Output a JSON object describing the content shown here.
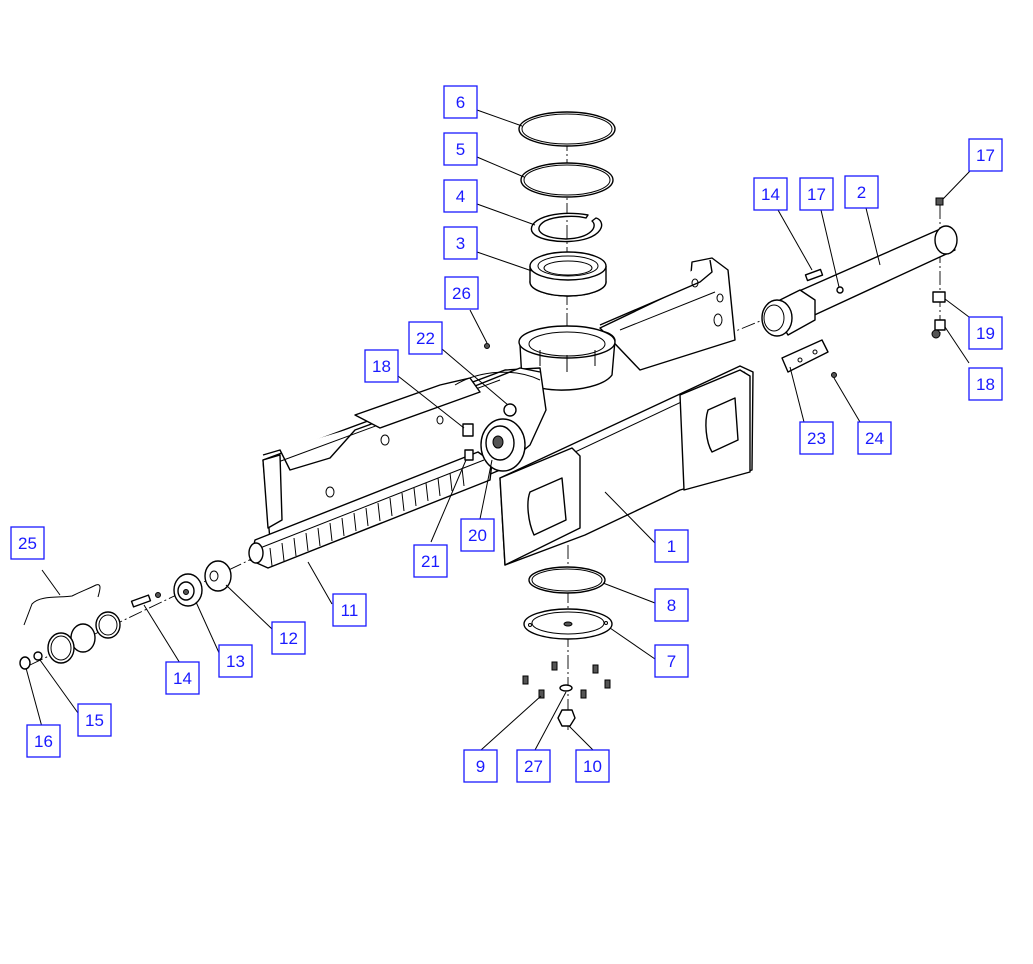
{
  "diagram": {
    "callouts": [
      {
        "id": "c6",
        "label": "6"
      },
      {
        "id": "c5",
        "label": "5"
      },
      {
        "id": "c4",
        "label": "4"
      },
      {
        "id": "c3",
        "label": "3"
      },
      {
        "id": "c26",
        "label": "26"
      },
      {
        "id": "c22",
        "label": "22"
      },
      {
        "id": "c18a",
        "label": "18"
      },
      {
        "id": "c14a",
        "label": "14"
      },
      {
        "id": "c17a",
        "label": "17"
      },
      {
        "id": "c2",
        "label": "2"
      },
      {
        "id": "c17b",
        "label": "17"
      },
      {
        "id": "c19",
        "label": "19"
      },
      {
        "id": "c18b",
        "label": "18"
      },
      {
        "id": "c23",
        "label": "23"
      },
      {
        "id": "c24",
        "label": "24"
      },
      {
        "id": "c1",
        "label": "1"
      },
      {
        "id": "c20",
        "label": "20"
      },
      {
        "id": "c21",
        "label": "21"
      },
      {
        "id": "c25",
        "label": "25"
      },
      {
        "id": "c11",
        "label": "11"
      },
      {
        "id": "c12",
        "label": "12"
      },
      {
        "id": "c13",
        "label": "13"
      },
      {
        "id": "c14b",
        "label": "14"
      },
      {
        "id": "c15",
        "label": "15"
      },
      {
        "id": "c16",
        "label": "16"
      },
      {
        "id": "c8",
        "label": "8"
      },
      {
        "id": "c7",
        "label": "7"
      },
      {
        "id": "c9",
        "label": "9"
      },
      {
        "id": "c27",
        "label": "27"
      },
      {
        "id": "c10",
        "label": "10"
      }
    ]
  },
  "colors": {
    "callout": "#1a1aff",
    "line": "#000000"
  }
}
